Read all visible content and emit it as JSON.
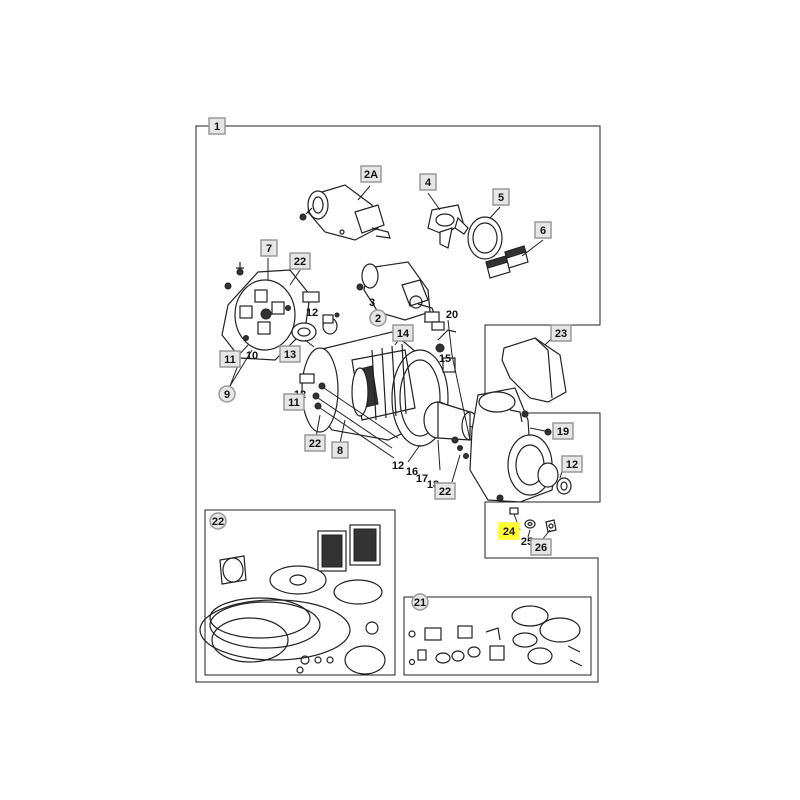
{
  "callouts": [
    {
      "id": "c1",
      "label": "1",
      "shape": "box"
    },
    {
      "id": "c2a",
      "label": "2A",
      "shape": "box"
    },
    {
      "id": "c4",
      "label": "4",
      "shape": "box"
    },
    {
      "id": "c5",
      "label": "5",
      "shape": "box"
    },
    {
      "id": "c6",
      "label": "6",
      "shape": "box"
    },
    {
      "id": "c7",
      "label": "7",
      "shape": "box"
    },
    {
      "id": "c22a",
      "label": "22",
      "shape": "box"
    },
    {
      "id": "c3",
      "label": "3",
      "shape": "plain"
    },
    {
      "id": "c2",
      "label": "2",
      "shape": "circle"
    },
    {
      "id": "c12a",
      "label": "12",
      "shape": "plain"
    },
    {
      "id": "c20",
      "label": "20",
      "shape": "plain"
    },
    {
      "id": "c14",
      "label": "14",
      "shape": "box"
    },
    {
      "id": "c13",
      "label": "13",
      "shape": "box"
    },
    {
      "id": "c11a",
      "label": "11",
      "shape": "box"
    },
    {
      "id": "c10",
      "label": "10",
      "shape": "plain"
    },
    {
      "id": "c9",
      "label": "9",
      "shape": "circle"
    },
    {
      "id": "c12b",
      "label": "12",
      "shape": "plain"
    },
    {
      "id": "c15",
      "label": "15",
      "shape": "plain"
    },
    {
      "id": "c23",
      "label": "23",
      "shape": "box"
    },
    {
      "id": "c11b",
      "label": "11",
      "shape": "box"
    },
    {
      "id": "c22b",
      "label": "22",
      "shape": "box"
    },
    {
      "id": "c8",
      "label": "8",
      "shape": "box"
    },
    {
      "id": "c12c",
      "label": "12",
      "shape": "plain"
    },
    {
      "id": "c16",
      "label": "16",
      "shape": "plain"
    },
    {
      "id": "c17",
      "label": "17",
      "shape": "plain"
    },
    {
      "id": "c18",
      "label": "18",
      "shape": "plain"
    },
    {
      "id": "c22c",
      "label": "22",
      "shape": "box"
    },
    {
      "id": "c19",
      "label": "19",
      "shape": "box"
    },
    {
      "id": "c12d",
      "label": "12",
      "shape": "box"
    },
    {
      "id": "c24",
      "label": "24",
      "shape": "highlight"
    },
    {
      "id": "c25",
      "label": "25",
      "shape": "plain"
    },
    {
      "id": "c26",
      "label": "26",
      "shape": "box"
    },
    {
      "id": "c22d",
      "label": "22",
      "shape": "circle"
    },
    {
      "id": "c21",
      "label": "21",
      "shape": "circle"
    }
  ],
  "colors": {
    "line": "#222222",
    "callout_box_fill": "#e6e6e6",
    "callout_box_stroke": "#999999",
    "highlight_fill": "#ffff33",
    "background": "#ffffff"
  }
}
